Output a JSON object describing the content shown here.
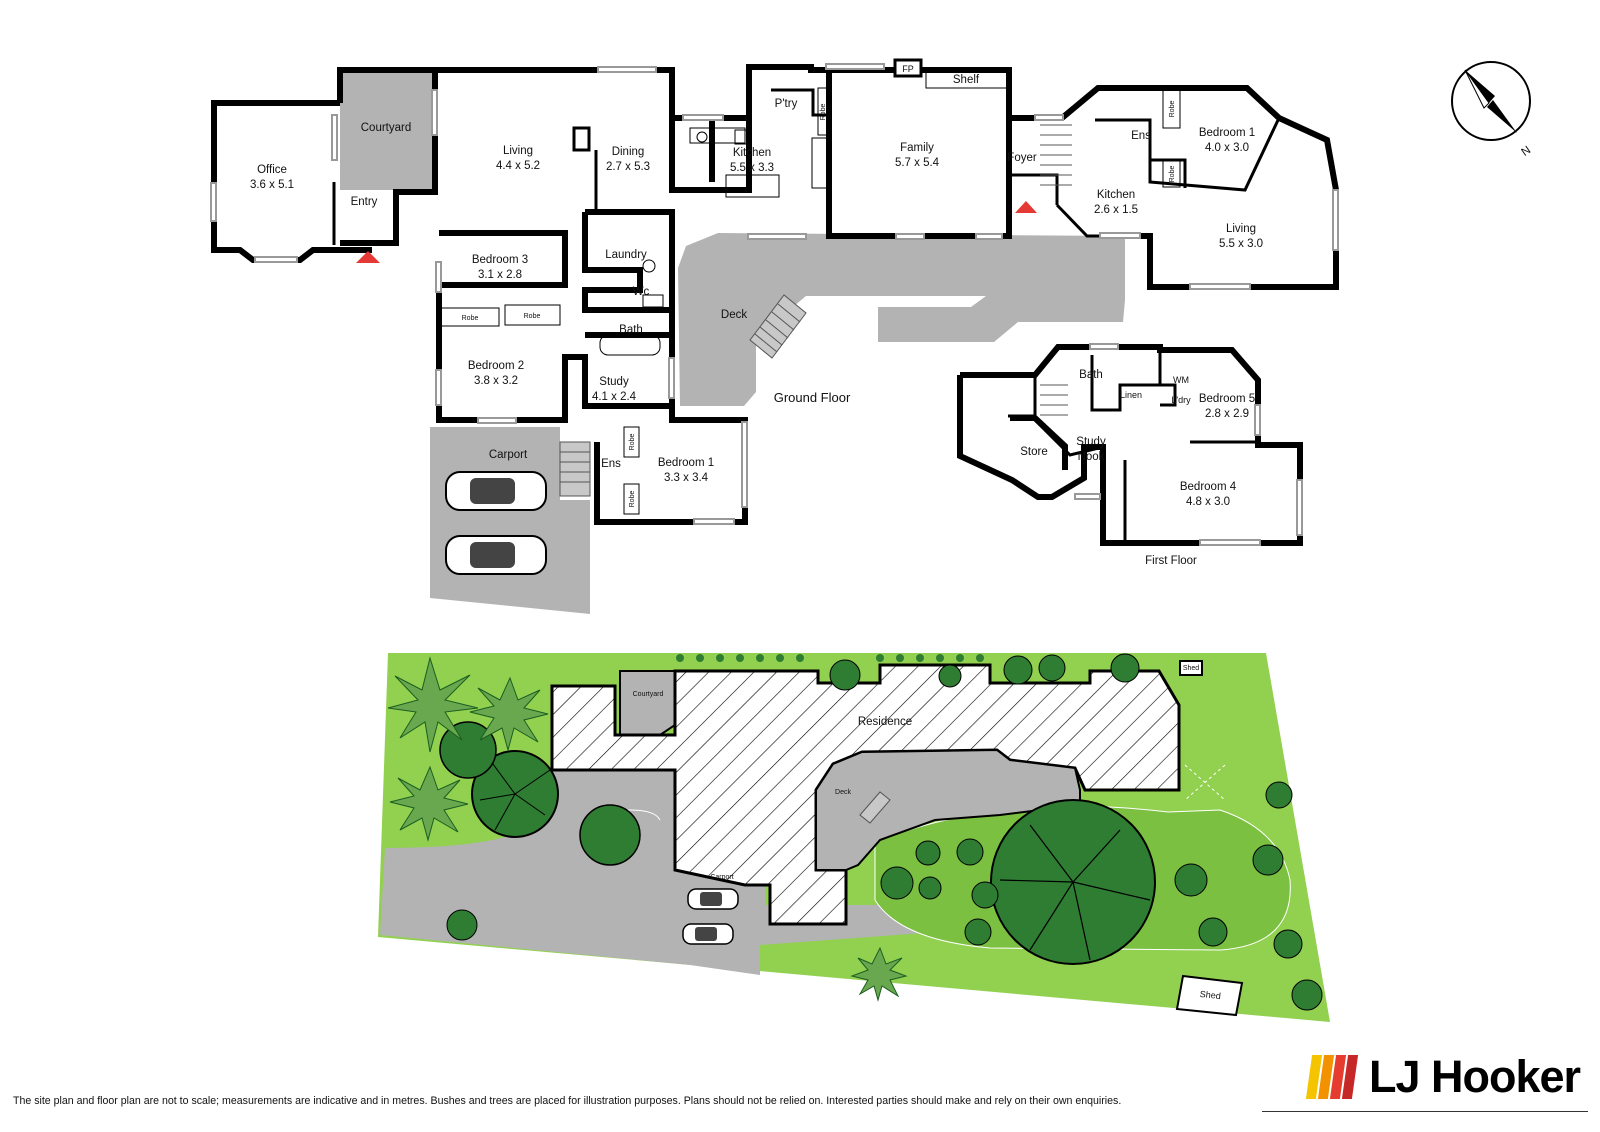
{
  "floor_labels": {
    "ground": "Ground Floor",
    "first": "First Floor"
  },
  "ground_rooms": [
    {
      "name": "Office",
      "size": "3.6 x 5.1"
    },
    {
      "name": "Courtyard",
      "size": ""
    },
    {
      "name": "Entry",
      "size": ""
    },
    {
      "name": "Living",
      "size": "4.4 x 5.2"
    },
    {
      "name": "Dining",
      "size": "2.7 x 5.3"
    },
    {
      "name": "Kitchen",
      "size": "5.5 x 3.3"
    },
    {
      "name": "P'try",
      "size": ""
    },
    {
      "name": "FP",
      "size": ""
    },
    {
      "name": "Shelf",
      "size": ""
    },
    {
      "name": "Family",
      "size": "5.7 x 5.4"
    },
    {
      "name": "Foyer",
      "size": ""
    },
    {
      "name": "Kitchen",
      "size": "2.6 x 1.5"
    },
    {
      "name": "Ens",
      "size": ""
    },
    {
      "name": "Bedroom 1",
      "size": "4.0 x 3.0"
    },
    {
      "name": "Living",
      "size": "5.5 x 3.0"
    },
    {
      "name": "Bedroom 3",
      "size": "3.1 x 2.8"
    },
    {
      "name": "Laundry",
      "size": ""
    },
    {
      "name": "Wc",
      "size": ""
    },
    {
      "name": "Bath",
      "size": ""
    },
    {
      "name": "Bedroom 2",
      "size": "3.8 x 3.2"
    },
    {
      "name": "Study",
      "size": "4.1 x 2.4"
    },
    {
      "name": "Deck",
      "size": ""
    },
    {
      "name": "Carport",
      "size": ""
    },
    {
      "name": "Ens",
      "size": ""
    },
    {
      "name": "Bedroom 1",
      "size": "3.3 x 3.4"
    }
  ],
  "robes": [
    "Robe",
    "Robe",
    "Robe",
    "Robe",
    "Robe",
    "Robe",
    "Robe"
  ],
  "first_rooms": [
    {
      "name": "Bath",
      "size": ""
    },
    {
      "name": "Linen",
      "size": ""
    },
    {
      "name": "WM",
      "size": ""
    },
    {
      "name": "L'dry",
      "size": ""
    },
    {
      "name": "Bedroom 5",
      "size": "2.8 x 2.9"
    },
    {
      "name": "Study",
      "size": "Nook"
    },
    {
      "name": "Store",
      "size": ""
    },
    {
      "name": "Bedroom 4",
      "size": "4.8 x 3.0"
    }
  ],
  "site_labels": {
    "courtyard": "Courtyard",
    "residence": "Residence",
    "deck": "Deck",
    "carport": "Carport",
    "shed_small": "Shed",
    "shed_large": "Shed"
  },
  "compass": {
    "label": "N",
    "direction": "north"
  },
  "disclaimer": "The site plan and floor plan are not to scale; measurements are indicative and in metres. Bushes and trees are placed for illustration purposes. Plans should not be relied on. Interested parties should make and rely on their own enquiries.",
  "brand": {
    "name": "LJ Hooker",
    "logo_colors": [
      "#f5c400",
      "#f39200",
      "#e63c2f",
      "#c62828"
    ]
  },
  "colors": {
    "deck": "#b3b3b3",
    "lawn": "#92d050",
    "lawn_dark": "#7cc042",
    "tree": "#2e7d32",
    "entry_marker": "#e53935"
  }
}
